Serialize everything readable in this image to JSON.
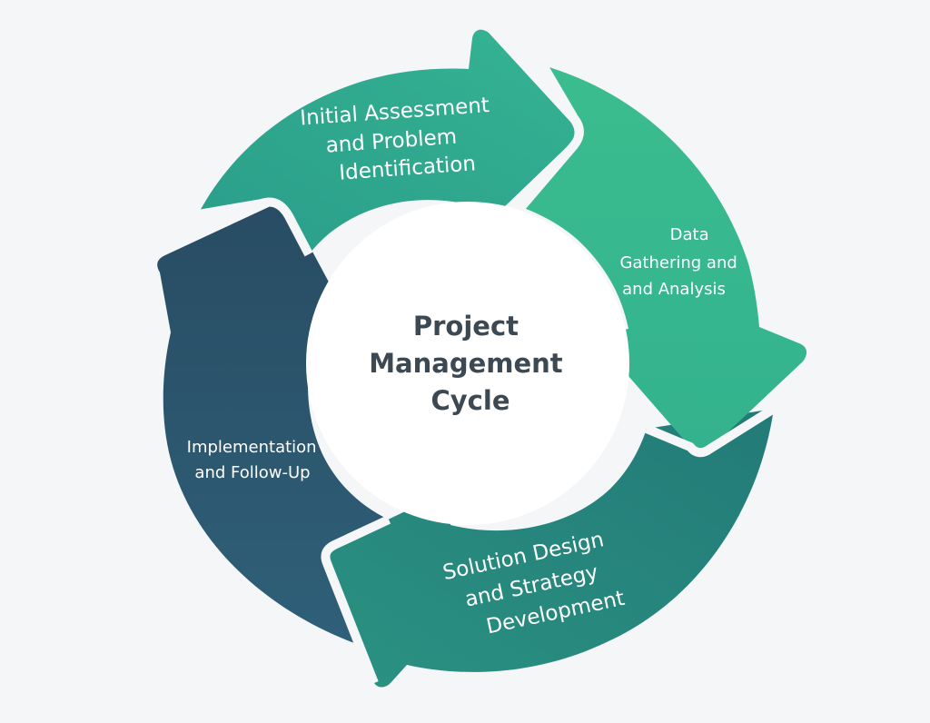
{
  "diagram": {
    "center_title": [
      "Project",
      "Management",
      "Cycle"
    ],
    "stages": [
      {
        "id": "initial-assessment",
        "lines": [
          "Initial Assessment",
          "and Problem",
          "Identification"
        ],
        "color": "#2aa88e"
      },
      {
        "id": "data-gathering",
        "lines": [
          "Data",
          "Gathering and",
          "and Analysis"
        ],
        "color": "#35b98d"
      },
      {
        "id": "solution-design",
        "lines": [
          "Solution Design",
          "and Strategy",
          "Development"
        ],
        "color": "#24857b"
      },
      {
        "id": "implementation",
        "lines": [
          "Implementation",
          "and Follow-Up"
        ],
        "color": "#2f5a6f"
      }
    ],
    "gradients": {
      "initial-assessment": [
        "#2a9d8a",
        "#35b393"
      ],
      "data-gathering": [
        "#34b48c",
        "#3fc48f"
      ],
      "solution-design": [
        "#1f6f72",
        "#279080"
      ],
      "implementation": [
        "#27475f",
        "#31627a"
      ]
    }
  }
}
